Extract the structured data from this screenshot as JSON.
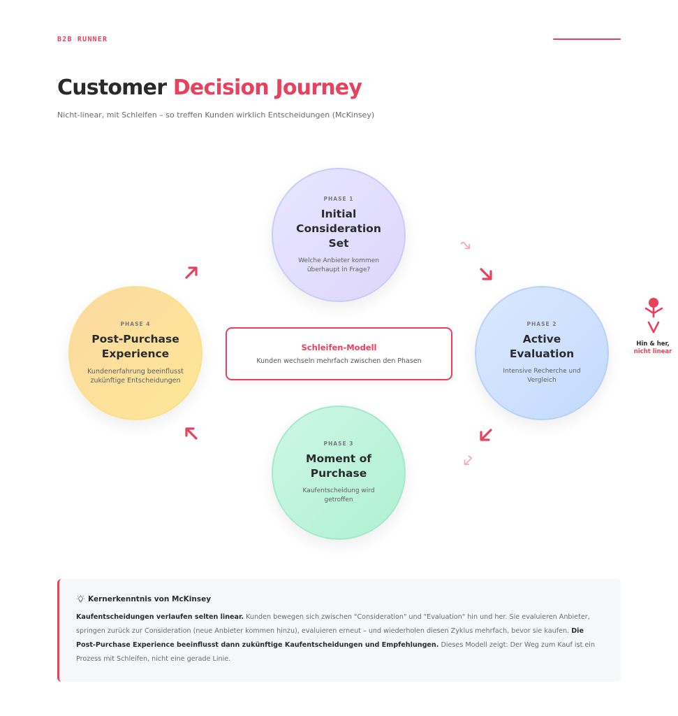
{
  "header": {
    "brand": "B2B RUNNER",
    "title_part1": "Customer ",
    "title_part2": "Decision Journey",
    "subtitle": "Nicht-linear, mit Schleifen – so treffen Kunden wirklich Entscheidungen (McKinsey)",
    "accent_color": "#e8415e"
  },
  "phases": [
    {
      "phase": "PHASE 1",
      "name": "Initial Consideration Set",
      "desc": "Welche Anbieter kommen überhaupt in Frage?",
      "color": "#ddd6fb"
    },
    {
      "phase": "PHASE 2",
      "name": "Active Evaluation",
      "desc": "Intensive Recherche und Vergleich",
      "color": "#c3dafd"
    },
    {
      "phase": "PHASE 3",
      "name": "Moment of Purchase",
      "desc": "Kaufentscheidung wird getroffen",
      "color": "#aff0d3"
    },
    {
      "phase": "PHASE 4",
      "name": "Post-Purchase Experience",
      "desc": "Kundenerfahrung beeinflusst zukünftige Entscheidungen",
      "color": "#fde796"
    }
  ],
  "center": {
    "title": "Schleifen-Modell",
    "subtitle": "Kunden wechseln mehrfach zwischen den Phasen"
  },
  "arrows": [
    {
      "icon": "arrow-up-right",
      "from": "Phase 4",
      "to": "Phase 1"
    },
    {
      "icon": "curved-arrow-down-right-faint",
      "from": "Phase 1",
      "to": "Phase 2"
    },
    {
      "icon": "arrow-down-right",
      "from": "Phase 1",
      "to": "Phase 2"
    },
    {
      "icon": "arrow-down-left",
      "from": "Phase 2",
      "to": "Phase 3"
    },
    {
      "icon": "curved-arrow-down-left-faint",
      "from": "Phase 2",
      "to": "Phase 3"
    },
    {
      "icon": "arrow-up-left",
      "from": "Phase 3",
      "to": "Phase 4"
    }
  ],
  "side_figure": {
    "icon": "stick-figure-icon",
    "label_line1": "Hin & her,",
    "label_line2": "nicht linear"
  },
  "insight": {
    "icon": "lightbulb-icon",
    "heading": "Kernerkenntnis von McKinsey",
    "bold1": "Kaufentscheidungen verlaufen selten linear.",
    "text1": " Kunden bewegen sich zwischen \"Consideration\" und \"Evaluation\" hin und her. Sie evaluieren Anbieter, springen zurück zur Consideration (neue Anbieter kommen hinzu), evaluieren erneut – und wiederholen diesen Zyklus mehrfach, bevor sie kaufen. ",
    "bold2": "Die Post-Purchase Experience beeinflusst dann zukünftige Kaufentscheidungen und Empfehlungen.",
    "text2": " Dieses Modell zeigt: Der Weg zum Kauf ist ein Prozess mit Schleifen, nicht eine gerade Linie."
  }
}
